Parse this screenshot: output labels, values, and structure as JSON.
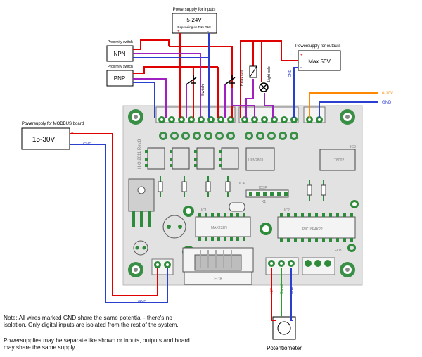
{
  "labels": {
    "psu_inputs_title": "Powersupply for inputs",
    "psu_inputs_value": "5-24V",
    "psu_inputs_sub": "Depending on R15-R18",
    "prox1_title": "Proximity switch",
    "prox1_value": "NPN",
    "prox2_title": "Proximity switch",
    "prox2_value": "PNP",
    "switch": "Switch",
    "relay_coil": "Relay coil",
    "light_bulb": "Light bulb",
    "psu_outputs_title": "Powersupply for outputs",
    "psu_outputs_value": "Max 50V",
    "gnd_out": "GND",
    "analog_010": "0-10V",
    "analog_gnd": "GND",
    "psu_board_title": "Powersupply for MODBUS board",
    "psu_board_value": "15-30V",
    "gnd_board": "GND",
    "gnd_bottom": "GND",
    "plus": "+",
    "minus": "-",
    "pot_plus": "+5V",
    "pot_signal": "Signal",
    "pot_gnd": "GND",
    "potentiometer": "Potentiometer",
    "fd8": "FD8",
    "rev": "H.O 2011 Rev.8",
    "icsp": "ICSP",
    "ic1": "IC1",
    "ic2": "IC2",
    "ic3": "IC3",
    "ic4": "IC4",
    "max232": "MAX232N",
    "uln": "ULN2803",
    "pic": "PIC18F4K22",
    "t8002": "T8002",
    "led8": "LED8",
    "k1": "K1"
  },
  "notes": {
    "line1": "Note: All wires marked GND share the same potential - there's no",
    "line2": "isolation. Only digital inputs are isolated from the rest of the system.",
    "line3": "Powersupplies may be separate like shown or inputs, outputs and board",
    "line4": "may share the same supply."
  },
  "colors": {
    "pcb": "#e4e4e4",
    "pad": "#2e8b3a",
    "red": "#e00000",
    "blue": "#2a3fcf",
    "purple": "#a020c0",
    "orange": "#ff8800",
    "green": "#2ca02c"
  }
}
